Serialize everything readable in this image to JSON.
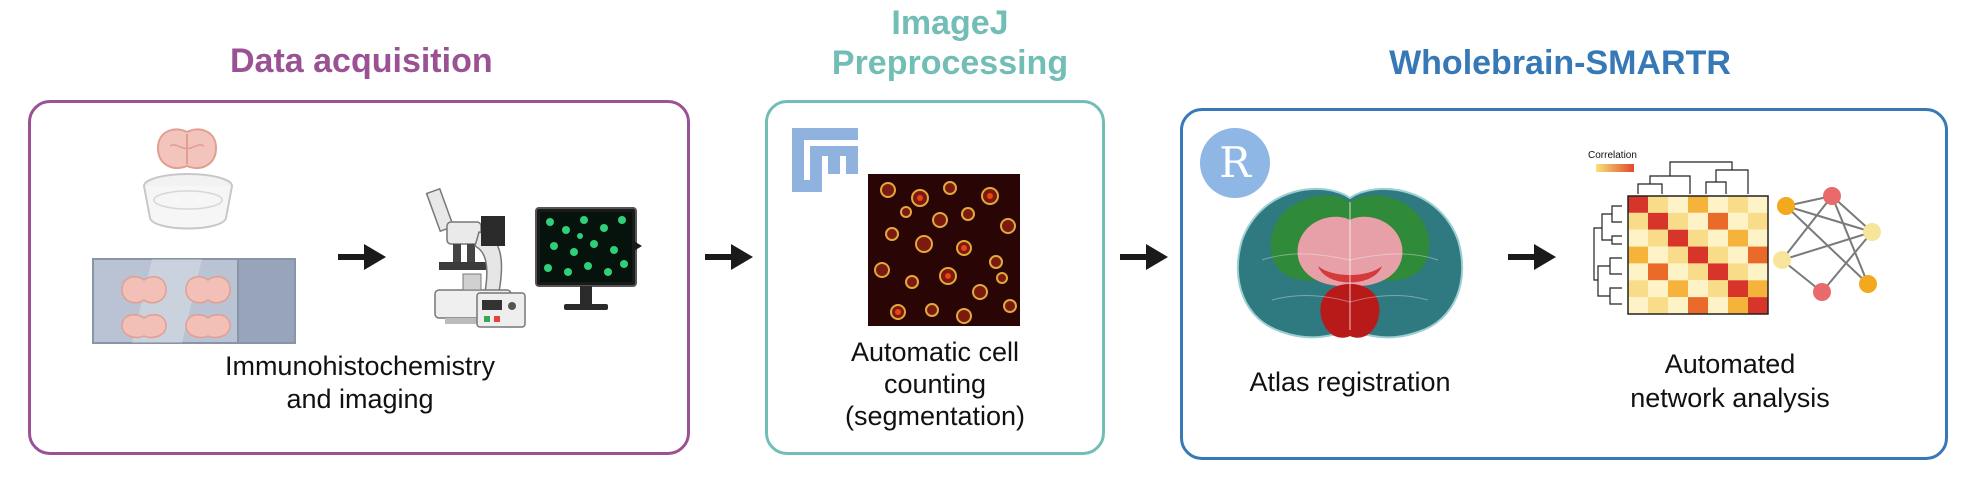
{
  "colors": {
    "acquisition": "#9b5295",
    "imagej": "#72beb6",
    "wholebrain": "#3779b6",
    "arrow": "#1a1a1a"
  },
  "sections": {
    "acquisition": {
      "title": "Data acquisition",
      "caption_line1": "Immunohistochemistry",
      "caption_line2": "and imaging"
    },
    "imagej": {
      "title_line1": "ImageJ",
      "title_line2": "Preprocessing",
      "caption_line1": "Automatic cell",
      "caption_line2": "counting",
      "caption_line3": "(segmentation)"
    },
    "wholebrain": {
      "title": "Wholebrain-SMARTR",
      "r_logo_letter": "R",
      "atlas_caption": "Atlas registration",
      "network_caption_line1": "Automated",
      "network_caption_line2": "network analysis",
      "heatmap_legend_label": "Correlation"
    }
  },
  "icons": [
    "brain-slice-icon",
    "petri-dish-icon",
    "microscope-slide-icon",
    "microscope-icon",
    "monitor-icon",
    "fiji-logo-icon",
    "cell-image-icon",
    "r-logo-icon",
    "brain-atlas-icon",
    "correlation-heatmap-icon",
    "network-graph-icon",
    "arrow-icon"
  ]
}
